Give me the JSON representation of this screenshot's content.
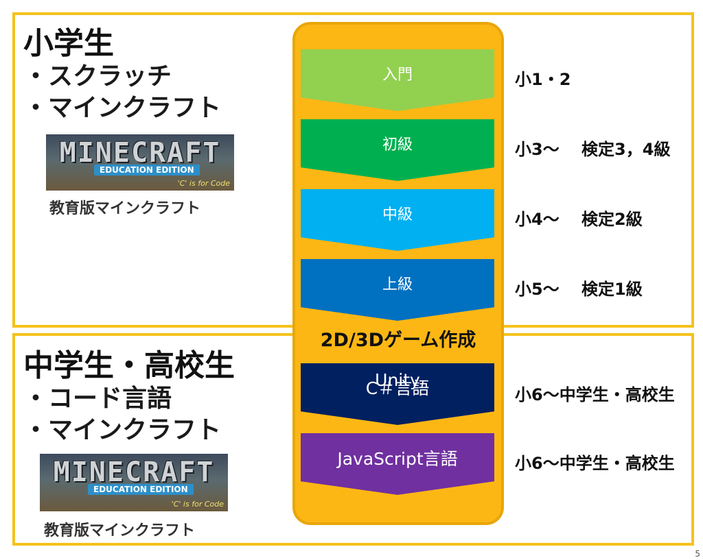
{
  "top": {
    "heading": "小学生",
    "bullets": [
      "・スクラッチ",
      "・マインクラフト"
    ],
    "logo_title": "MINECRAFT",
    "logo_sub": "EDUCATION EDITION",
    "logo_tag": "'C' is for Code",
    "caption": "教育版マインクラフト"
  },
  "bottom": {
    "heading": "中学生・高校生",
    "bullets": [
      "・コード言語",
      "・マインクラフト"
    ],
    "logo_title": "MINECRAFT",
    "logo_sub": "EDUCATION EDITION",
    "logo_tag": "'C' is for Code",
    "caption": "教育版マインクラフト"
  },
  "steps": [
    {
      "label": "入門",
      "color": "#92d050",
      "note": "小1・2"
    },
    {
      "label": "初級",
      "color": "#00b050",
      "note": "小3～　 検定3，4級"
    },
    {
      "label": "中級",
      "color": "#00b0f0",
      "note": "小4～　 検定2級"
    },
    {
      "label": "上級",
      "color": "#0070c0",
      "note": "小5～　 検定1級"
    }
  ],
  "game_section": "2D/3Dゲーム作成",
  "advanced": [
    {
      "label_line1": "Unity",
      "label_line2": "C＃言語",
      "color": "#002060",
      "note": "小6～中学生・高校生"
    },
    {
      "label_line1": "JavaScript言語",
      "label_line2": "",
      "color": "#7030a0",
      "note": "小6～中学生・高校生"
    }
  ],
  "page_number": "5"
}
